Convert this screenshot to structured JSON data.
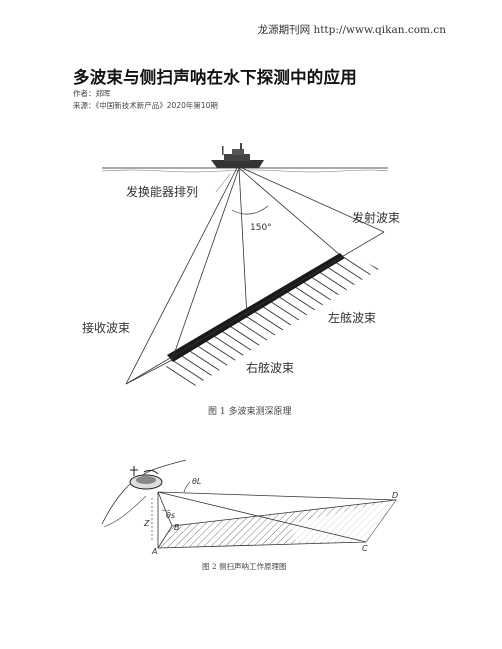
{
  "site": {
    "name": "龙源期刊网",
    "url": "http://www.qikan.com.cn"
  },
  "article": {
    "title": "多波束与侧扫声呐在水下探测中的应用",
    "author_label": "作者：",
    "author": "郑晖",
    "source_label": "来源：",
    "source": "《中国新技术新产品》2020年第10期"
  },
  "figure1": {
    "caption": "图 1  多波束测深原理",
    "labels": {
      "transducer": "发换能器排列",
      "angle": "150°",
      "transmit_beam": "发射波束",
      "receive_beam": "接收波束",
      "port_beam": "左舷波束",
      "starboard_beam": "右舷波束"
    }
  },
  "figure2": {
    "caption": "图 2  侧扫声呐工作原理图",
    "labels": {
      "theta_l": "θL",
      "theta_s": "θs",
      "z": "Z",
      "a": "A",
      "b": "B",
      "c": "C",
      "d": "D"
    }
  }
}
